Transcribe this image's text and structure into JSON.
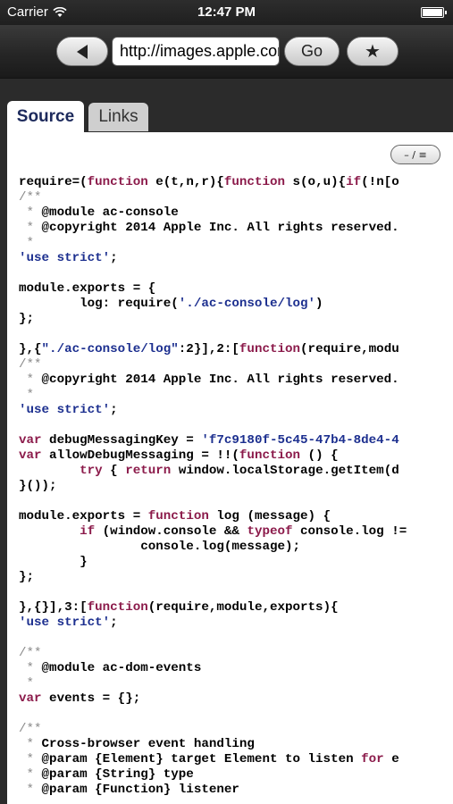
{
  "status_bar": {
    "carrier": "Carrier",
    "time": "12:47 PM"
  },
  "toolbar": {
    "url": "http://images.apple.com/",
    "go_label": "Go",
    "bookmark_label": "★"
  },
  "tabs": [
    {
      "label": "Source",
      "active": true
    },
    {
      "label": "Links",
      "active": false
    }
  ],
  "wrap_toggle_label": "– / ≡",
  "code_lines": [
    [
      [
        "pl",
        "require=("
      ],
      [
        "kw",
        "function"
      ],
      [
        "pl",
        " e(t,n,r){"
      ],
      [
        "kw",
        "function"
      ],
      [
        "pl",
        " s(o,u){"
      ],
      [
        "kw",
        "if"
      ],
      [
        "pl",
        "(!n[o"
      ]
    ],
    [
      [
        "cm",
        "/**"
      ]
    ],
    [
      [
        "cm",
        " * "
      ],
      [
        "pl",
        "@module ac-console"
      ]
    ],
    [
      [
        "cm",
        " * "
      ],
      [
        "pl",
        "@copyright 2014 Apple Inc. All rights reserved."
      ]
    ],
    [
      [
        "cm",
        " *"
      ]
    ],
    [
      [
        "str",
        "'use strict'"
      ],
      [
        "pl",
        ";"
      ]
    ],
    [
      [
        "pl",
        ""
      ]
    ],
    [
      [
        "pl",
        "module.exports = {"
      ]
    ],
    [
      [
        "pl",
        "        log: require("
      ],
      [
        "str",
        "'./ac-console/log'"
      ],
      [
        "pl",
        ")"
      ]
    ],
    [
      [
        "pl",
        "};"
      ]
    ],
    [
      [
        "pl",
        ""
      ]
    ],
    [
      [
        "pl",
        "},{"
      ],
      [
        "str",
        "\"./ac-console/log\""
      ],
      [
        "pl",
        ":2}],2:["
      ],
      [
        "kw",
        "function"
      ],
      [
        "pl",
        "(require,modu"
      ]
    ],
    [
      [
        "cm",
        "/**"
      ]
    ],
    [
      [
        "cm",
        " * "
      ],
      [
        "pl",
        "@copyright 2014 Apple Inc. All rights reserved."
      ]
    ],
    [
      [
        "cm",
        " *"
      ]
    ],
    [
      [
        "str",
        "'use strict'"
      ],
      [
        "pl",
        ";"
      ]
    ],
    [
      [
        "pl",
        ""
      ]
    ],
    [
      [
        "kw",
        "var"
      ],
      [
        "pl",
        " debugMessagingKey = "
      ],
      [
        "str",
        "'f7c9180f-5c45-47b4-8de4-4"
      ]
    ],
    [
      [
        "kw",
        "var"
      ],
      [
        "pl",
        " allowDebugMessaging = !!("
      ],
      [
        "kw",
        "function"
      ],
      [
        "pl",
        " () {"
      ]
    ],
    [
      [
        "pl",
        "        "
      ],
      [
        "kw",
        "try"
      ],
      [
        "pl",
        " { "
      ],
      [
        "kw",
        "return"
      ],
      [
        "pl",
        " window.localStorage.getItem(d"
      ]
    ],
    [
      [
        "pl",
        "}());"
      ]
    ],
    [
      [
        "pl",
        ""
      ]
    ],
    [
      [
        "pl",
        "module.exports = "
      ],
      [
        "kw",
        "function"
      ],
      [
        "pl",
        " log (message) {"
      ]
    ],
    [
      [
        "pl",
        "        "
      ],
      [
        "kw",
        "if"
      ],
      [
        "pl",
        " (window.console && "
      ],
      [
        "kw",
        "typeof"
      ],
      [
        "pl",
        " console.log !="
      ]
    ],
    [
      [
        "pl",
        "                console.log(message);"
      ]
    ],
    [
      [
        "pl",
        "        }"
      ]
    ],
    [
      [
        "pl",
        "};"
      ]
    ],
    [
      [
        "pl",
        ""
      ]
    ],
    [
      [
        "pl",
        "},{}],3:["
      ],
      [
        "kw",
        "function"
      ],
      [
        "pl",
        "(require,module,exports){"
      ]
    ],
    [
      [
        "str",
        "'use strict'"
      ],
      [
        "pl",
        ";"
      ]
    ],
    [
      [
        "pl",
        ""
      ]
    ],
    [
      [
        "cm",
        "/**"
      ]
    ],
    [
      [
        "cm",
        " * "
      ],
      [
        "pl",
        "@module ac-dom-events"
      ]
    ],
    [
      [
        "cm",
        " *"
      ]
    ],
    [
      [
        "kw",
        "var"
      ],
      [
        "pl",
        " events = {};"
      ]
    ],
    [
      [
        "pl",
        ""
      ]
    ],
    [
      [
        "cm",
        "/**"
      ]
    ],
    [
      [
        "cm",
        " * "
      ],
      [
        "pl",
        "Cross-browser event handling"
      ]
    ],
    [
      [
        "cm",
        " * "
      ],
      [
        "pl",
        "@param {Element} target Element to listen "
      ],
      [
        "kw",
        "for"
      ],
      [
        "pl",
        " e"
      ]
    ],
    [
      [
        "cm",
        " * "
      ],
      [
        "pl",
        "@param {String} type"
      ]
    ],
    [
      [
        "cm",
        " * "
      ],
      [
        "pl",
        "@param {Function} listener"
      ]
    ]
  ]
}
